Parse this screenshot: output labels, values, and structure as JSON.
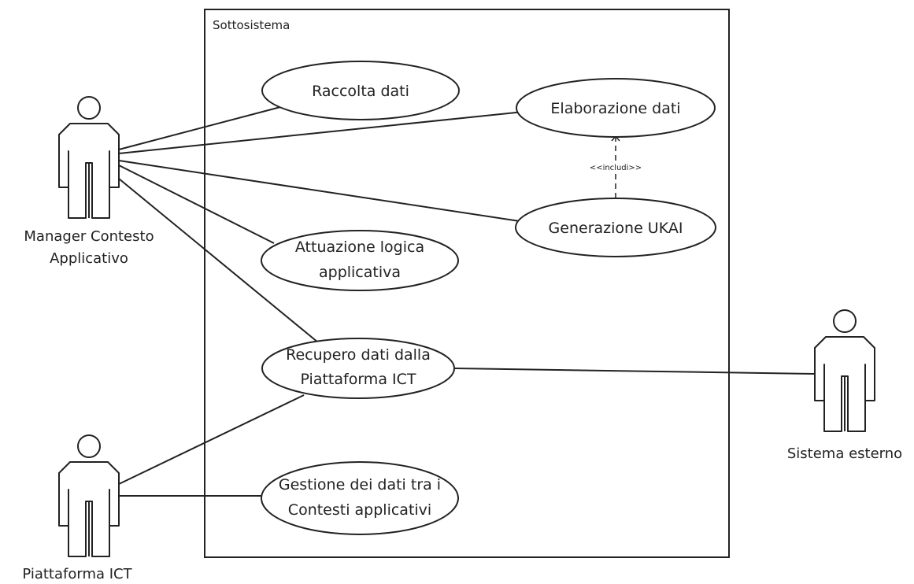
{
  "system": {
    "title": "Sottosistema"
  },
  "actors": {
    "manager": {
      "line1": "Manager Contesto",
      "line2": "Applicativo"
    },
    "piattaforma": {
      "line1": "Piattaforma ICT"
    },
    "esterno": {
      "line1": "Sistema esterno"
    }
  },
  "use_cases": {
    "raccolta": {
      "line1": "Raccolta dati"
    },
    "elaborazione": {
      "line1": "Elaborazione dati"
    },
    "generazione": {
      "line1": "Generazione UKAI"
    },
    "attuazione": {
      "line1": "Attuazione logica",
      "line2": "applicativa"
    },
    "recupero": {
      "line1": "Recupero dati dalla",
      "line2": "Piattaforma ICT"
    },
    "gestione": {
      "line1": "Gestione dei dati tra i",
      "line2": "Contesti applicativi"
    }
  },
  "relations": {
    "include_label": "<<includi>>"
  }
}
